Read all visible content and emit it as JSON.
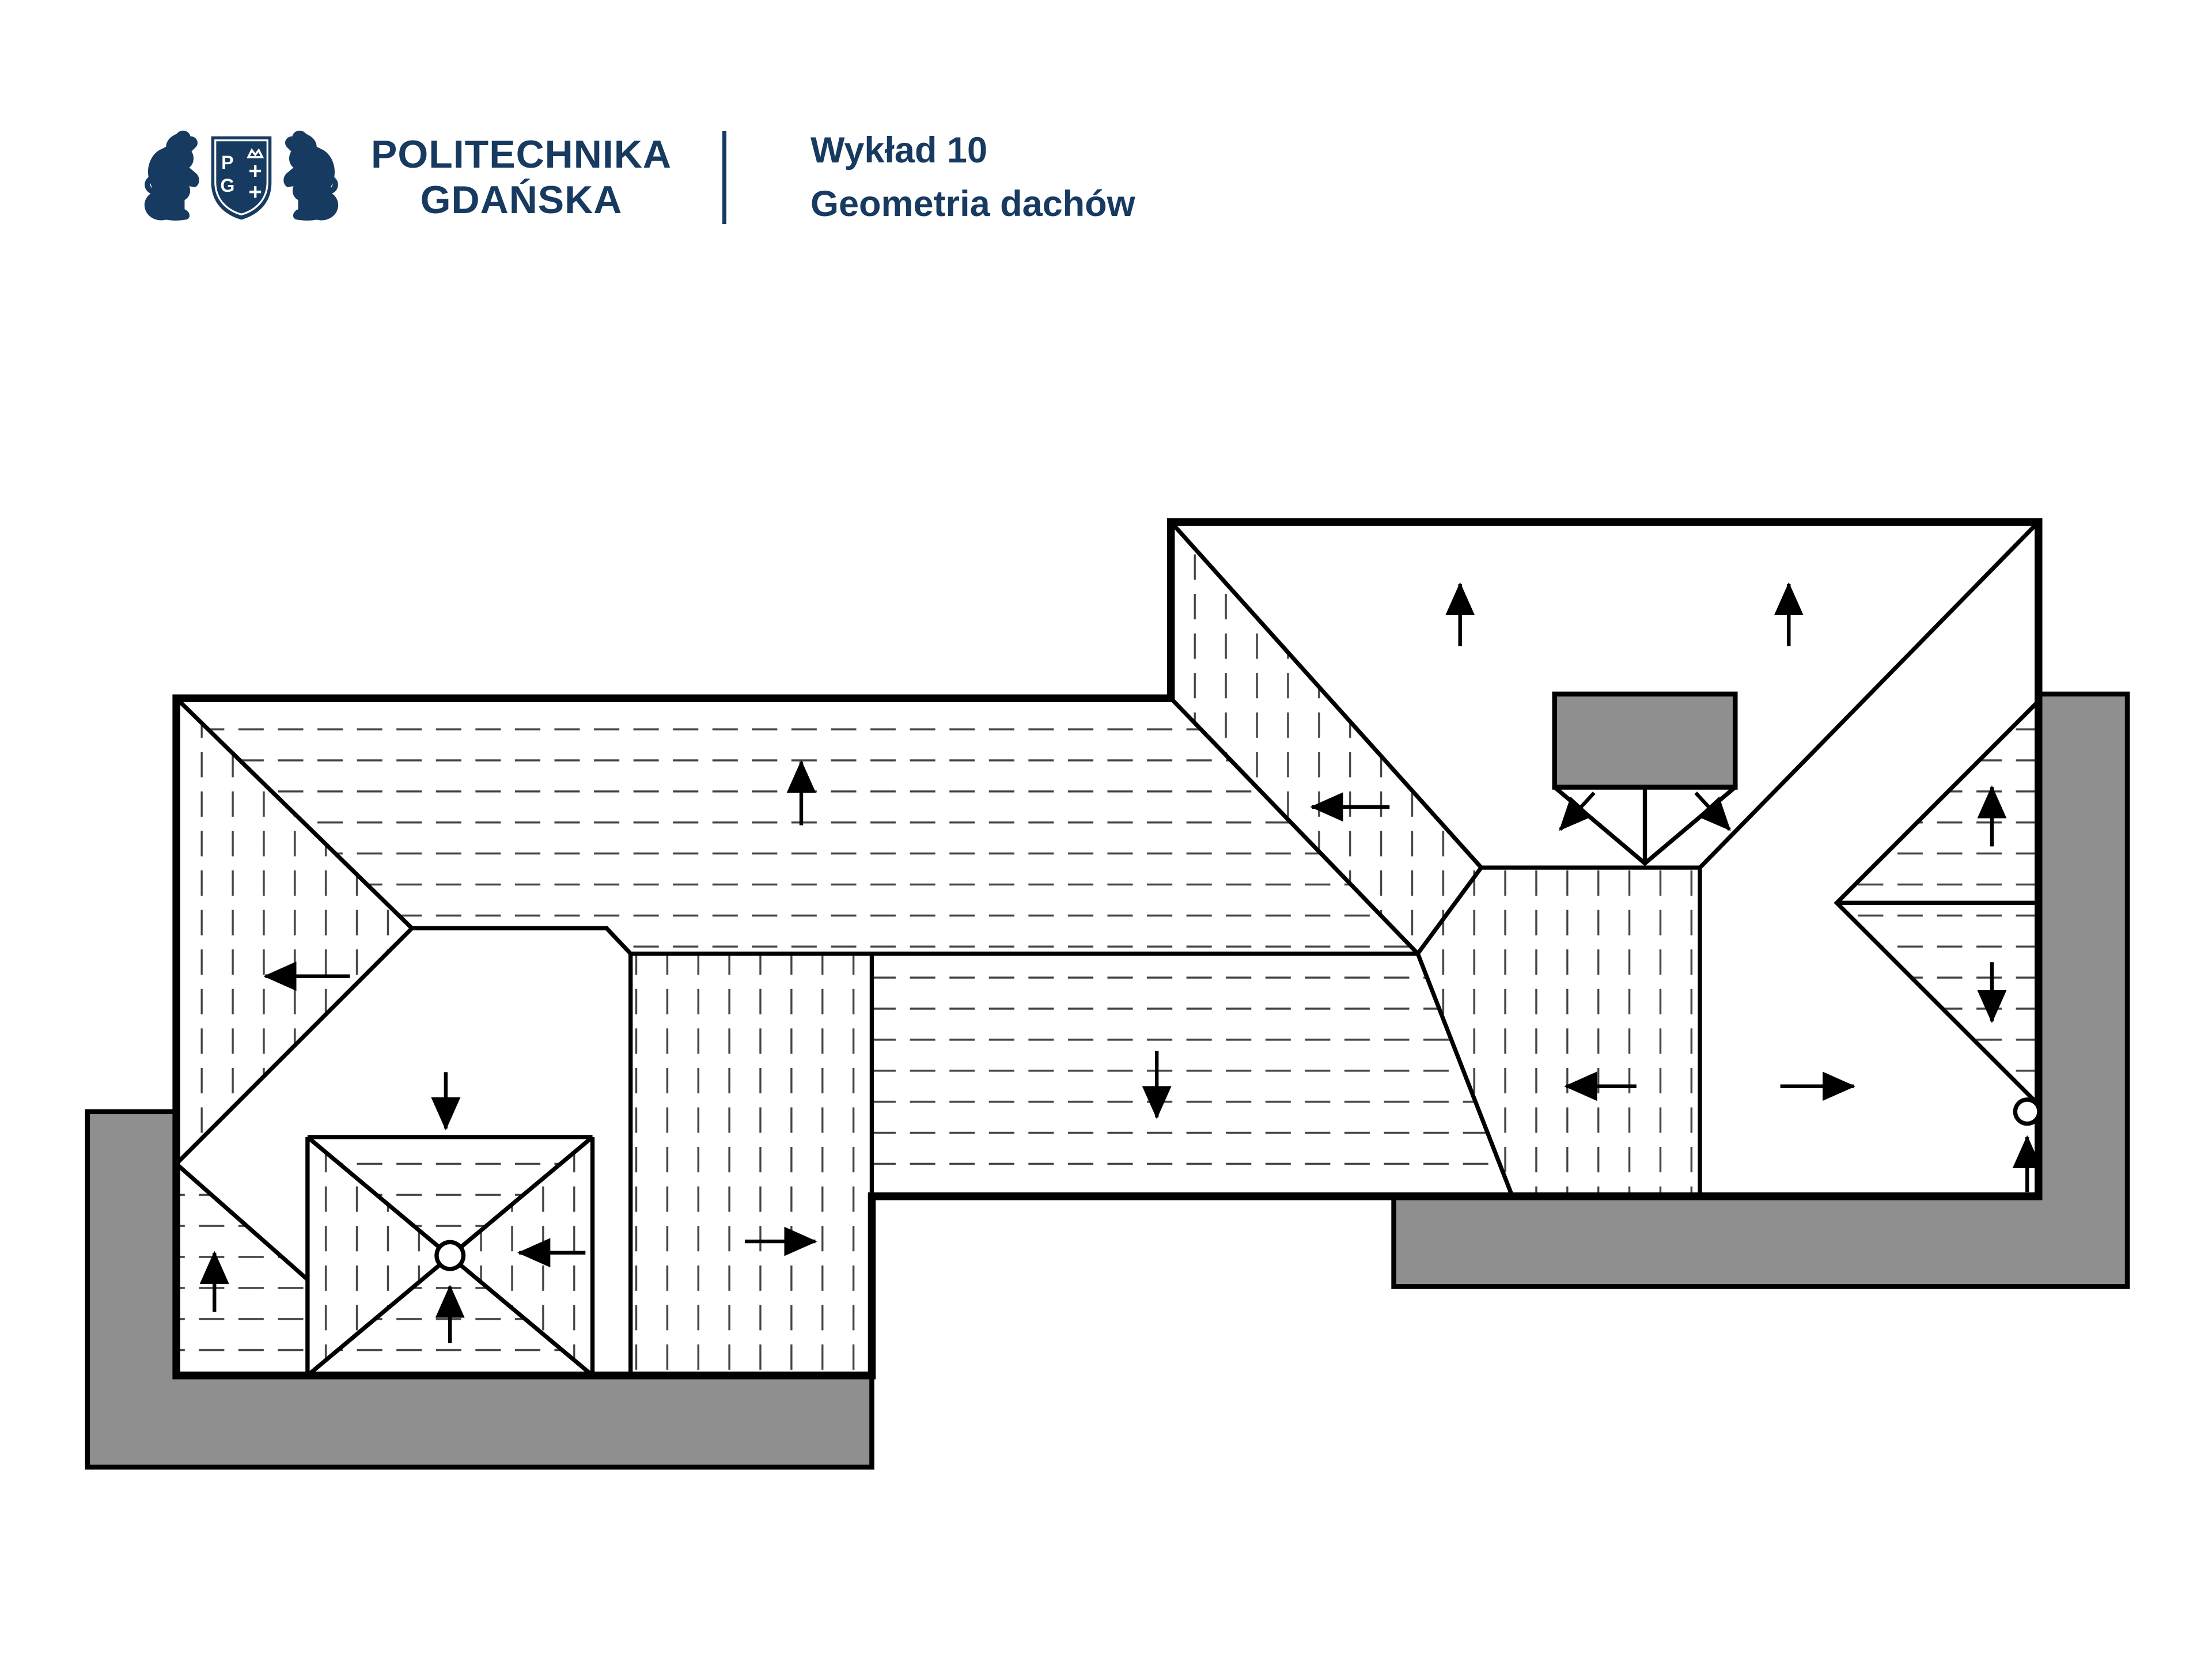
{
  "header": {
    "logo": {
      "name": "politechnika-gdanska-crest",
      "line1": "POLITECHNIKA",
      "line2": "GDAŃSKA",
      "shield_letters": [
        "P",
        "G"
      ]
    },
    "lecture": {
      "title": "Wykład 10",
      "subtitle": "Geometria dachów"
    }
  },
  "colors": {
    "brand_navy": "#173a60",
    "terrain_gray": "#8f8f8f",
    "line_black": "#000000",
    "hatch_gray": "#444444",
    "background": "#ffffff"
  },
  "diagram": {
    "type": "roof-plan",
    "features": {
      "roof_drains": 2,
      "chimneys": 1,
      "slope_arrows": 18,
      "hatch_styles": [
        "horizontal-dashed",
        "vertical-dashed"
      ]
    },
    "icons": {
      "roof_drain": "small outlined circle",
      "slope_arrow": "thin line with solid triangular head",
      "terrain": "gray filled block"
    }
  }
}
